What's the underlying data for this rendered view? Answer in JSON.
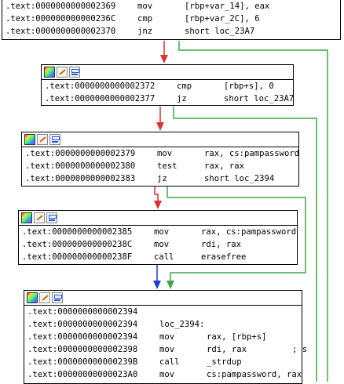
{
  "edges": {
    "true_color": "#3da84a",
    "false_color": "#e03030",
    "jump_color": "#1e3fd6"
  },
  "blocks": [
    {
      "id": "blk_2369",
      "header": false,
      "lines": [
        {
          "addr": ".text:0000000000002369",
          "mnemonic": "mov",
          "operands": "[rbp+var_14], eax"
        },
        {
          "addr": ".text:000000000000236C",
          "mnemonic": "cmp",
          "operands": "[rbp+var_2C], 6"
        },
        {
          "addr": ".text:0000000000002370",
          "mnemonic": "jnz",
          "operands": "short loc_23A7"
        }
      ]
    },
    {
      "id": "blk_2372",
      "header": true,
      "lines": [
        {
          "addr": ".text:0000000000002372",
          "mnemonic": "cmp",
          "operands": "[rbp+s], 0"
        },
        {
          "addr": ".text:0000000000002377",
          "mnemonic": "jz",
          "operands": "short loc_23A7"
        }
      ]
    },
    {
      "id": "blk_2379",
      "header": true,
      "lines": [
        {
          "addr": ".text:0000000000002379",
          "mnemonic": "mov",
          "operands": "rax, cs:pampassword"
        },
        {
          "addr": ".text:0000000000002380",
          "mnemonic": "test",
          "operands": "rax, rax"
        },
        {
          "addr": ".text:0000000000002383",
          "mnemonic": "jz",
          "operands": "short loc_2394"
        }
      ]
    },
    {
      "id": "blk_2385",
      "header": true,
      "lines": [
        {
          "addr": ".text:0000000000002385",
          "mnemonic": "mov",
          "operands": "rax, cs:pampassword"
        },
        {
          "addr": ".text:000000000000238C",
          "mnemonic": "mov",
          "operands": "rdi, rax"
        },
        {
          "addr": ".text:000000000000238F",
          "mnemonic": "call",
          "operands": "erasefree"
        }
      ]
    },
    {
      "id": "blk_2394",
      "header": true,
      "lines": [
        {
          "addr": ".text:0000000000002394",
          "label": ""
        },
        {
          "addr": ".text:0000000000002394",
          "label": "loc_2394:"
        },
        {
          "addr": ".text:0000000000002394",
          "mnemonic": "mov",
          "operands": "rax, [rbp+s]"
        },
        {
          "addr": ".text:0000000000002398",
          "mnemonic": "mov",
          "operands": "rdi, rax",
          "comment": "; s"
        },
        {
          "addr": ".text:000000000000239B",
          "mnemonic": "call",
          "operands": "_strdup"
        },
        {
          "addr": ".text:00000000000023A0",
          "mnemonic": "mov",
          "operands": "cs:pampassword, rax"
        }
      ]
    }
  ]
}
